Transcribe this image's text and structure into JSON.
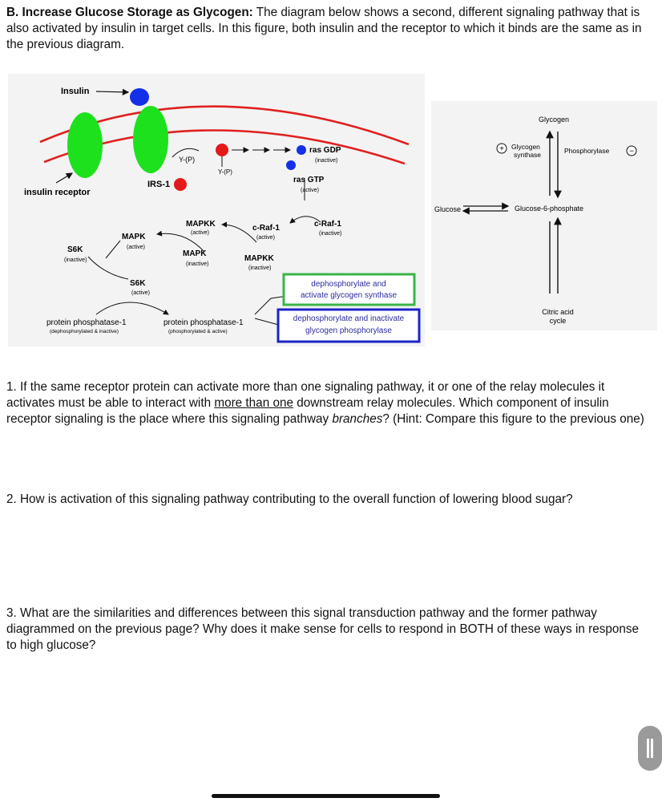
{
  "section_heading": "B. Increase Glucose Storage as Glycogen:",
  "section_text": "The diagram below shows a second, different signaling pathway that is also activated by insulin in target cells. In this figure, both insulin and the receptor to which it binds are the same as in the previous diagram.",
  "diagram": {
    "insulin": "Insulin",
    "insulin_receptor": "insulin receptor",
    "irs1": "IRS-1",
    "yp1": "Y-(P)",
    "yp2": "Y-(P)",
    "ras_gdp": "ras GDP",
    "inactive_ras": "(inactive)",
    "ras_gtp": "ras GTP",
    "active_ras": "(active)",
    "craf_active": "c-Raf-1",
    "craf_active_state": "(active)",
    "craf_inactive": "c-Raf-1",
    "craf_inactive_state": "(inactive)",
    "mapkk_active": "MAPKK",
    "mapkk_active_state": "(active)",
    "mapkk_inactive": "MAPKK",
    "mapkk_inactive_state": "(inactive)",
    "mapk_active": "MAPK",
    "mapk_active_state": "(active)",
    "mapk_inactive": "MAPK",
    "mapk_inactive_state": "(inactive)",
    "s6k_inactive": "S6K",
    "s6k_inactive_state": "(inactive)",
    "s6k_active": "S6K",
    "s6k_active_state": "(active)",
    "pp1_inactive": "protein phosphatase-1",
    "pp1_inactive_state": "(dephosphorylated & inactive)",
    "pp1_active": "protein phosphatase-1",
    "pp1_active_state": "(phosphorylated & active)",
    "green_box_line1": "dephosphorylate and",
    "green_box_line2": "activate glycogen synthase",
    "blue_box_line1": "dephosphorylate and inactivate",
    "blue_box_line2": "glycogen phosphorylase",
    "colors": {
      "receptor": "#1ee11e",
      "insulin": "#1330e8",
      "phospho": "#e41a1a",
      "membrane": "#e02020",
      "green_box": "#39b54a",
      "blue_box": "#1c23c8"
    }
  },
  "cycle": {
    "glycogen": "Glycogen",
    "plus": "+",
    "synthase": "Glycogen synthase",
    "phosphorylase": "Phosphorylase",
    "minus": "−",
    "glucose": "Glucose",
    "g6p": "Glucose-6-phosphate",
    "citric": "Citric acid cycle"
  },
  "questions": {
    "q1_a": "1.  If the same receptor protein can activate more than one signaling pathway, it or one of the relay molecules it activates must be able to interact with ",
    "q1_u": "more than one",
    "q1_b": " downstream relay molecules. Which component of insulin receptor signaling is the place where this signaling pathway ",
    "q1_i": "branches",
    "q1_c": "? (Hint: Compare this figure to the previous one)",
    "q2": "2.  How is activation of this signaling pathway contributing to the overall function of lowering blood sugar?",
    "q3": "3.  What are the similarities and differences between this signal transduction pathway and the former pathway diagrammed on the previous page? Why does it make sense for cells to respond in BOTH of these ways in response to high glucose?"
  }
}
